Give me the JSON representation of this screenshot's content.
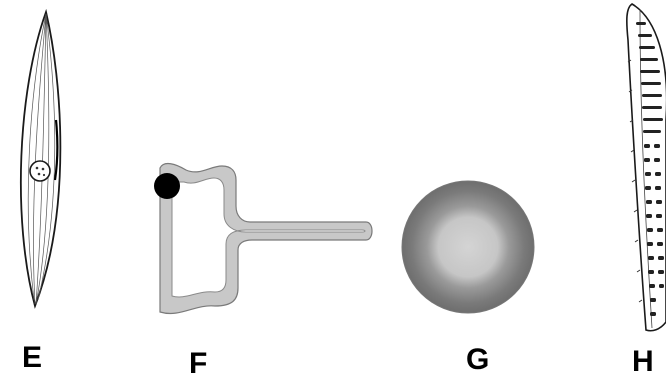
{
  "labels": {
    "e": "E",
    "f": "F",
    "g": "G",
    "h": "H"
  },
  "colors": {
    "outline": "#1a1a1a",
    "tube_fill": "#c8c8c8",
    "tube_stroke": "#7a7a7a",
    "nucleus": "#000000",
    "disc_outer": "#6e6e6e",
    "disc_mid": "#9a9a9a",
    "disc_center": "#d4d4d4"
  }
}
